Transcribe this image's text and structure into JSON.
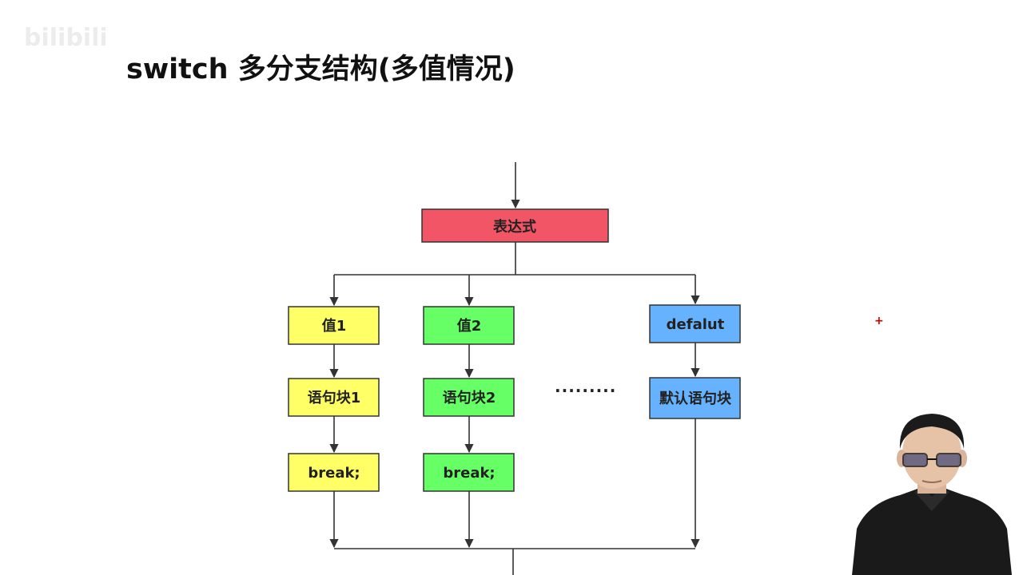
{
  "watermark": {
    "text": "",
    "logo": "bilibili"
  },
  "title": "switch 多分支结构(多值情况)",
  "colors": {
    "expression": "#f25565",
    "case1": "#ffff66",
    "case2": "#66ff66",
    "default": "#66b2ff",
    "line": "#333333"
  },
  "diagram": {
    "expression": "表达式",
    "case1": {
      "value": "值1",
      "block": "语句块1",
      "break": "break;"
    },
    "case2": {
      "value": "值2",
      "block": "语句块2",
      "break": "break;"
    },
    "ellipsis": ".........",
    "default": {
      "value": "defalut",
      "block": "默认语句块"
    }
  },
  "cursor": "+"
}
